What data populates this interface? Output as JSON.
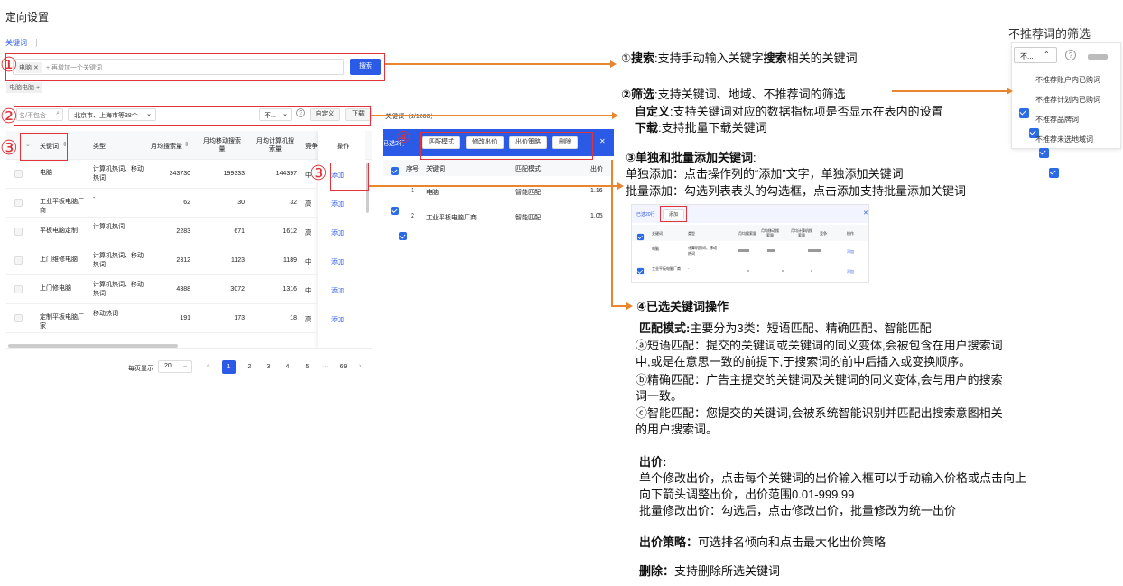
{
  "page_title": "定向设置",
  "keyword_tab": "关键词",
  "search": {
    "tag": "电脑",
    "placeholder": "+ 再增加一个关键词",
    "button": "搜索"
  },
  "tag_chip": "电脑电脑",
  "filter": {
    "input_placeholder": "名/不包含",
    "region": "北京市、上海市等38个",
    "not_rec": "不...",
    "custom": "自定义",
    "download": "下载"
  },
  "selected_header": "关键词（2/1000）",
  "table": {
    "headers": [
      "关键词",
      "类型",
      "月均搜索量",
      "月均移动搜索量",
      "月均计算机搜索量",
      "竞争",
      "操作"
    ],
    "rows": [
      {
        "kw": "电脑",
        "type": "计算机热词、移动热词",
        "v1": "343730",
        "v2": "199333",
        "v3": "144397",
        "c": "中",
        "op": "添加"
      },
      {
        "kw": "工业平板电脑厂商",
        "type": "-",
        "v1": "62",
        "v2": "30",
        "v3": "32",
        "c": "高",
        "op": "添加"
      },
      {
        "kw": "平板电脑定制",
        "type": "计算机热词",
        "v1": "2283",
        "v2": "671",
        "v3": "1612",
        "c": "高",
        "op": "添加"
      },
      {
        "kw": "上门维修电脑",
        "type": "计算机热词、移动热词",
        "v1": "2312",
        "v2": "1123",
        "v3": "1189",
        "c": "中",
        "op": "添加"
      },
      {
        "kw": "上门修电脑",
        "type": "计算机热词、移动热词",
        "v1": "4388",
        "v2": "3072",
        "v3": "1316",
        "c": "中",
        "op": "添加"
      },
      {
        "kw": "定制平板电脑厂家",
        "type": "移动热词",
        "v1": "191",
        "v2": "173",
        "v3": "18",
        "c": "高",
        "op": "添加"
      }
    ]
  },
  "pagination": {
    "per_page_label": "每页显示",
    "per_page": "20",
    "pages": [
      "1",
      "2",
      "3",
      "4",
      "5",
      "···",
      "69"
    ]
  },
  "selected_bar": {
    "count": "已选2行",
    "match": "匹配模式",
    "bid": "修改出价",
    "strategy": "出价策略",
    "delete": "删除",
    "close": "✕"
  },
  "selected_table": {
    "headers": [
      "序号",
      "关键词",
      "匹配模式",
      "出价"
    ],
    "rows": [
      {
        "n": "1",
        "kw": "电脑",
        "mode": "智能匹配",
        "bid": "1.16"
      },
      {
        "n": "2",
        "kw": "工业平板电脑厂商",
        "mode": "智能匹配",
        "bid": "1.05"
      }
    ]
  },
  "notrec": {
    "title": "不推荐词的筛选",
    "select": "不...",
    "options": [
      "不推荐账户内已购词",
      "不推荐计划内已购词",
      "不推荐品牌词",
      "不推荐未选地域词"
    ]
  },
  "mini": {
    "count": "已选20行",
    "add": "添加",
    "headers": [
      "关键词",
      "类型",
      "月均搜索量",
      "月均移动搜索量",
      "月均计算机搜索量",
      "竞争",
      "操作"
    ],
    "rows": [
      {
        "kw": "电脑",
        "type": "计算机热词、移动热词",
        "op": "添加"
      },
      {
        "kw": "工业平板电脑厂商",
        "type": "-",
        "op": "添加"
      }
    ]
  },
  "circles": [
    "①",
    "②",
    "③",
    "③",
    "④"
  ],
  "desc": {
    "d1a": "①搜索",
    "d1b": ":支持手动输入关键字",
    "d1c": "搜索",
    "d1d": "相关的关键词",
    "d2a": "②筛选",
    "d2b": ":支持关键词、地域、不推荐词的筛选",
    "d2c": "自定义",
    "d2d": ":支持关键词对应的数据指标项是否显示在表内的设置",
    "d2e": "下载",
    "d2f": ":支持批量下载关键词",
    "d3a": "③单独和批量添加关键词",
    "d3b": ":",
    "d3c": "单独添加：点击操作列的“添加”文字，单独添加关键词",
    "d3d": "批量添加：勾选列表表头的勾选框，点击添加支持批量添加关键词",
    "d4a": "④已选关键词操作",
    "d4b": "匹配模式:",
    "d4c": "主要分为3类：短语匹配、精确匹配、智能匹配",
    "d4d": "ⓐ短语匹配：提交的关键词或关键词的同义变体,会被包含在用户搜索词",
    "d4e": "中,或是在意思一致的前提下,于搜索词的前中后插入或变换顺序。",
    "d4f": "ⓑ精确匹配：广告主提交的关键词及关键词的同义变体,会与用户的搜索",
    "d4g": "词一致。",
    "d4h": "ⓒ智能匹配：您提交的关键词,会被系统智能识别并匹配出搜索意图相关",
    "d4i": "的用户搜索词。",
    "d5a": "出价:",
    "d5b": "单个修改出价，点击每个关键词的出价输入框可以手动输入价格或点击向上",
    "d5c": "向下箭头调整出价，出价范围0.01-999.99",
    "d5d": "批量修改出价：勾选后，点击修改出价，批量修改为统一出价",
    "d6a": "出价策略：",
    "d6b": "可选排名倾向和点击最大化出价策略",
    "d7a": "删除：",
    "d7b": "支持删除所选关键词"
  }
}
